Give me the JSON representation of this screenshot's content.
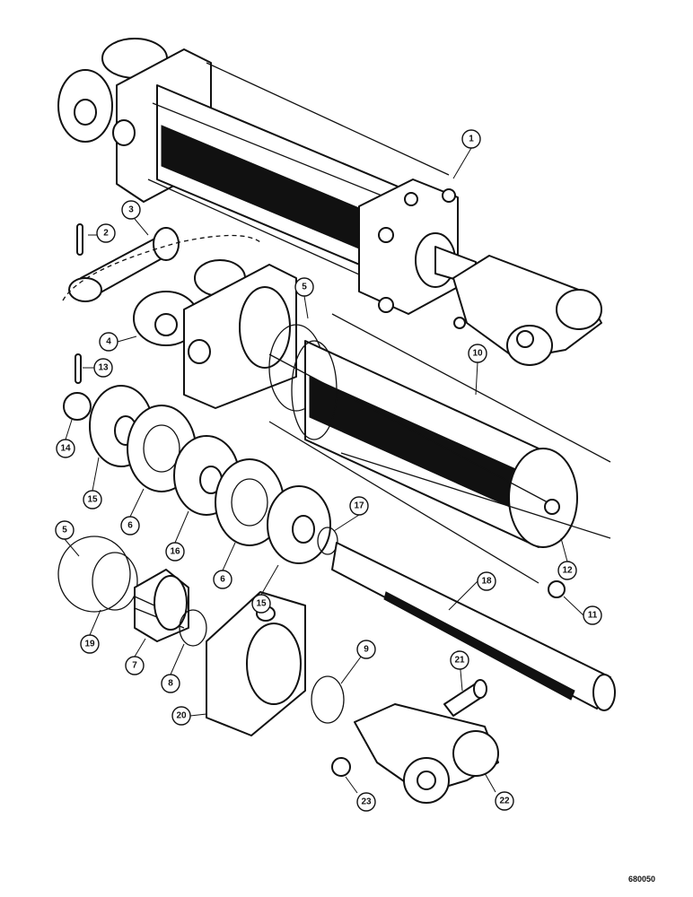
{
  "drawing_id": "680050",
  "callouts": [
    {
      "label": "1"
    },
    {
      "label": "2"
    },
    {
      "label": "3"
    },
    {
      "label": "5"
    },
    {
      "label": "4"
    },
    {
      "label": "13"
    },
    {
      "label": "10"
    },
    {
      "label": "14"
    },
    {
      "label": "15"
    },
    {
      "label": "6"
    },
    {
      "label": "16"
    },
    {
      "label": "12"
    },
    {
      "label": "6"
    },
    {
      "label": "17"
    },
    {
      "label": "5"
    },
    {
      "label": "15"
    },
    {
      "label": "18"
    },
    {
      "label": "11"
    },
    {
      "label": "19"
    },
    {
      "label": "7"
    },
    {
      "label": "8"
    },
    {
      "label": "9"
    },
    {
      "label": "21"
    },
    {
      "label": "20"
    },
    {
      "label": "22"
    },
    {
      "label": "23"
    }
  ]
}
